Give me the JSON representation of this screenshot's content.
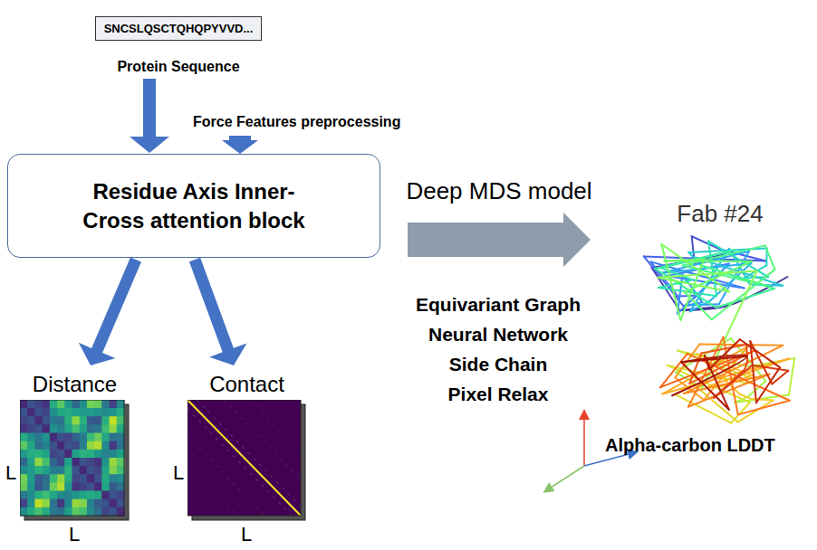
{
  "diagram": {
    "nodes": [
      {
        "text": [
          "SNCSLQSCTQHQPYVVD...",
          "Protein Sequence"
        ]
      },
      {
        "text": [
          "Residue Axis Inner-Cross attention block"
        ]
      },
      {
        "text": [
          "Distance"
        ]
      },
      {
        "text": [
          "Contact"
        ]
      },
      {
        "text": [
          "Fab #24"
        ]
      }
    ],
    "edges": [
      {
        "from": 0,
        "to": 1,
        "arrow": "to"
      },
      {
        "from": 1,
        "to": 2,
        "arrow": "to"
      },
      {
        "from": 1,
        "to": 3,
        "arrow": "to"
      },
      {
        "from": 1,
        "to": 4,
        "label": "Deep MDS model",
        "arrow": "to"
      }
    ],
    "labels": [
      "Force Features preprocessing",
      "Equivariant Graph",
      "Neural Network",
      "Side Chain",
      "Pixel Relax",
      "L",
      "L",
      "L",
      "L",
      "Alpha-carbon LDDT"
    ]
  }
}
